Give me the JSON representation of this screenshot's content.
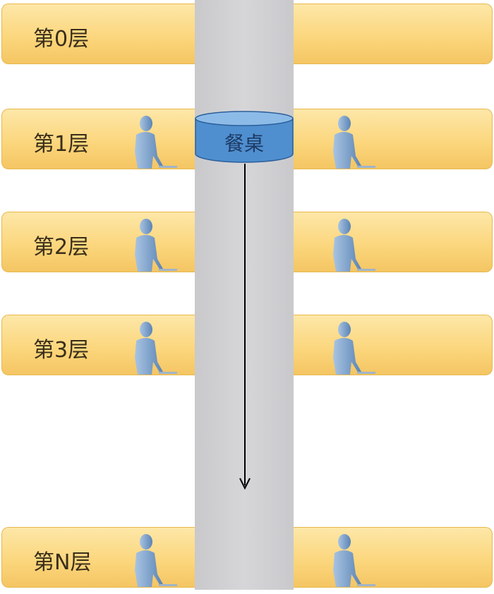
{
  "floors": [
    {
      "label": "第0层",
      "has_people": false
    },
    {
      "label": "第1层",
      "has_people": true
    },
    {
      "label": "第2层",
      "has_people": true
    },
    {
      "label": "第3层",
      "has_people": true
    },
    {
      "label": "第N层",
      "has_people": true
    }
  ],
  "table_label": "餐桌",
  "colors": {
    "floor": "#fbd57a",
    "shaft": "#cfcfd2",
    "table": "#5b9bd5",
    "person": "#7fa6cf"
  }
}
